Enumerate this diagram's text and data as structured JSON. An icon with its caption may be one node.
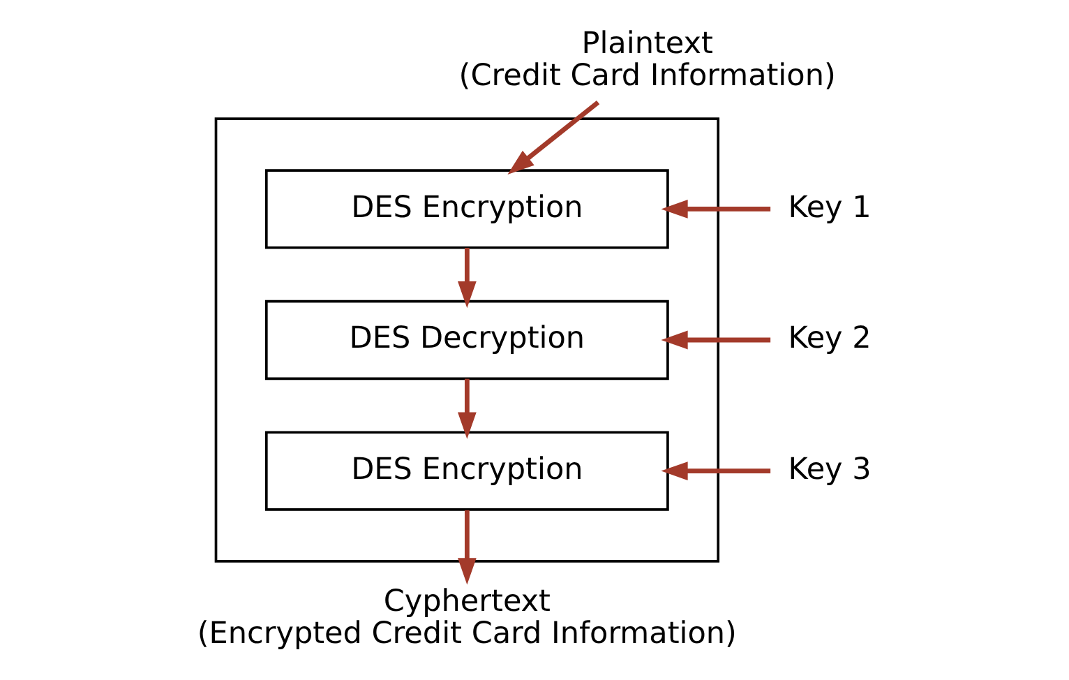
{
  "diagram": {
    "nodes": [
      {
        "text": [
          "Plaintext (Credit Card Information)"
        ]
      },
      {
        "text": [],
        "shape": "box"
      },
      {
        "text": [
          "DES Encryption"
        ],
        "in": 1
      },
      {
        "text": [
          "DES Decryption"
        ],
        "in": 1
      },
      {
        "text": [
          "DES Encryption"
        ],
        "in": 1
      },
      {
        "text": [
          "Key 1"
        ]
      },
      {
        "text": [
          "Key 2"
        ]
      },
      {
        "text": [
          "Key 3"
        ]
      },
      {
        "text": [
          "Cyphertext (Encrypted Credit Card Information)"
        ]
      }
    ],
    "edges": [
      {
        "from": 0,
        "to": 2,
        "arrow": "to"
      },
      {
        "from": 5,
        "to": 2,
        "arrow": "to"
      },
      {
        "from": 2,
        "to": 3,
        "arrow": "to"
      },
      {
        "from": 6,
        "to": 3,
        "arrow": "to"
      },
      {
        "from": 3,
        "to": 4,
        "arrow": "to"
      },
      {
        "from": 7,
        "to": 4,
        "arrow": "to"
      },
      {
        "from": 4,
        "to": 8,
        "arrow": "to"
      }
    ]
  }
}
